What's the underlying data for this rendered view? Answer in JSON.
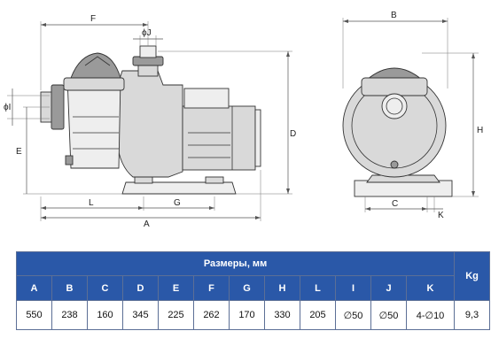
{
  "drawing": {
    "dimension_labels": {
      "F": "F",
      "J": "ϕJ",
      "I": "ϕI",
      "E": "E",
      "D": "D",
      "L": "L",
      "G": "G",
      "A": "A",
      "B": "B",
      "H": "H",
      "C": "C",
      "K": "K"
    }
  },
  "table": {
    "title": "Размеры, мм",
    "weight_header": "Kg",
    "columns": [
      "A",
      "B",
      "C",
      "D",
      "E",
      "F",
      "G",
      "H",
      "L",
      "I",
      "J",
      "K"
    ],
    "values": [
      "550",
      "238",
      "160",
      "345",
      "225",
      "262",
      "170",
      "330",
      "205",
      "∅50",
      "∅50",
      "4-∅10"
    ],
    "weight_value": "9,3"
  },
  "colors": {
    "header_blue": "#2a58a8",
    "border": "#5c6f96"
  }
}
